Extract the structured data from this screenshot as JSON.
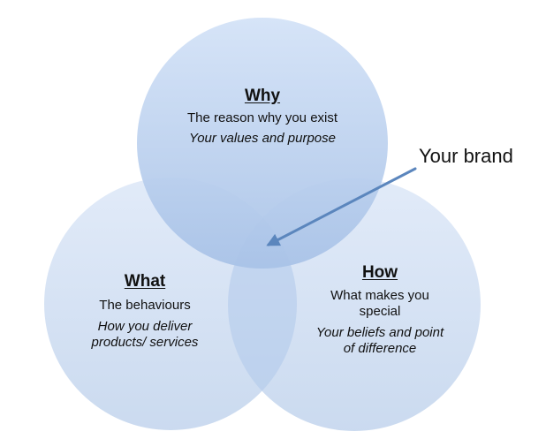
{
  "diagram": {
    "type": "venn",
    "sets": [
      {
        "id": "why",
        "title": "Why",
        "description": "The reason why you exist",
        "subtitle": "Your values and purpose",
        "fill_top": "#d3e2f7",
        "fill_bottom": "#a8c2e7"
      },
      {
        "id": "what",
        "title": "What",
        "description": "The behaviours",
        "subtitle_lines": [
          "How you deliver",
          "products/ services"
        ],
        "fill_top": "#dfe9f8",
        "fill_bottom": "#c6d7ee"
      },
      {
        "id": "how",
        "title": "How",
        "description_lines": [
          "What makes you",
          "special"
        ],
        "subtitle_lines": [
          "Your beliefs and point",
          "of difference"
        ],
        "fill_top": "#dfe9f8",
        "fill_bottom": "#c6d7ee"
      }
    ],
    "callout": {
      "text": "Your brand",
      "target": "intersection of Why, What and How",
      "arrow_color": "#5b86bd"
    }
  }
}
